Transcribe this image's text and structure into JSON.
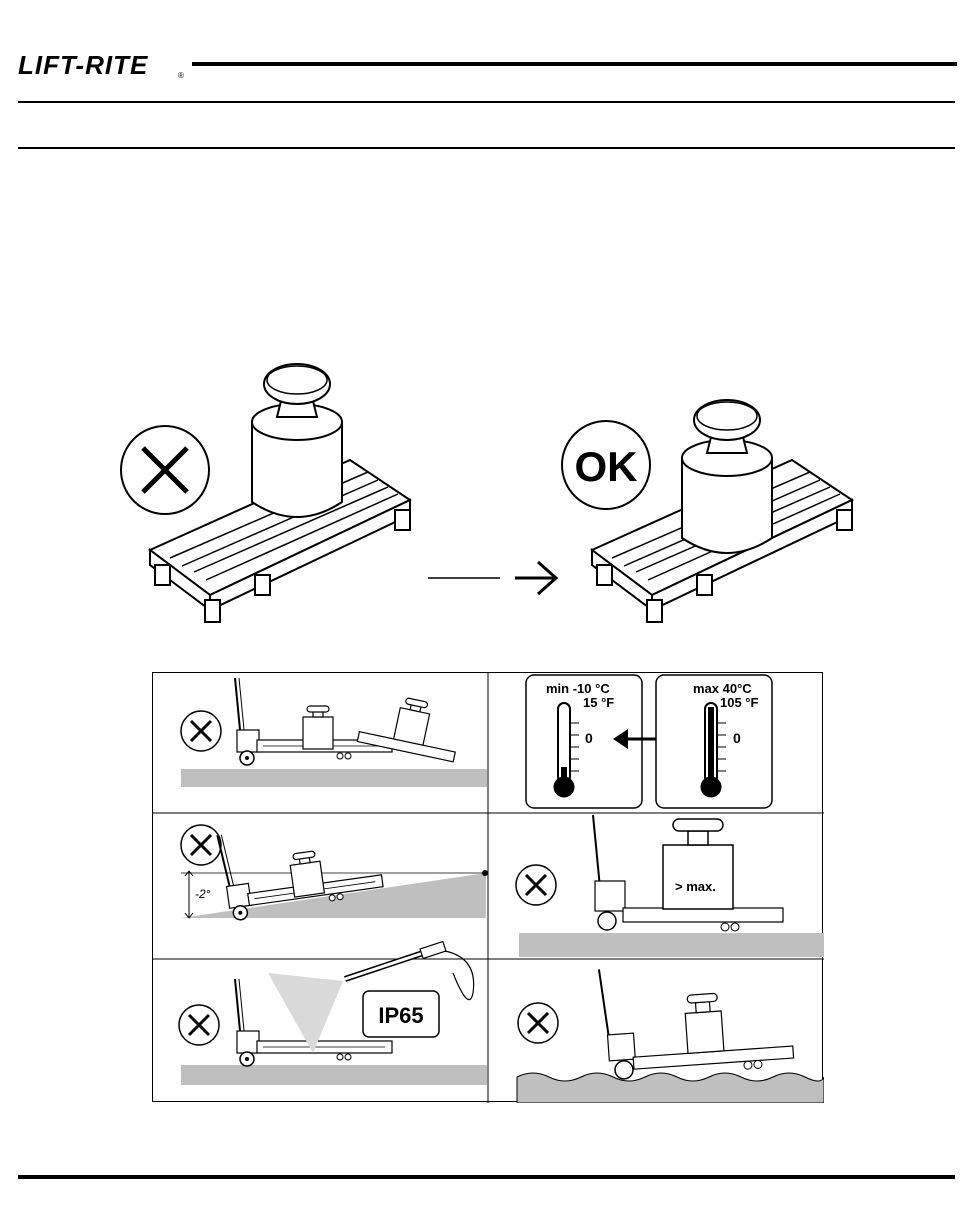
{
  "header": {
    "brand": "LIFT-RITE",
    "trademark": "®"
  },
  "top_illustration": {
    "wrong_icon": "x-mark-icon",
    "ok_label": "OK"
  },
  "temperature": {
    "min_label": "min -10 °C",
    "min_f": "15 °F",
    "max_label": "max  40°C",
    "max_f": "105 °F",
    "zero": "0"
  },
  "slope": {
    "angle_label": "-2°"
  },
  "overload": {
    "label": "> max."
  },
  "washing": {
    "rating": "IP65"
  }
}
